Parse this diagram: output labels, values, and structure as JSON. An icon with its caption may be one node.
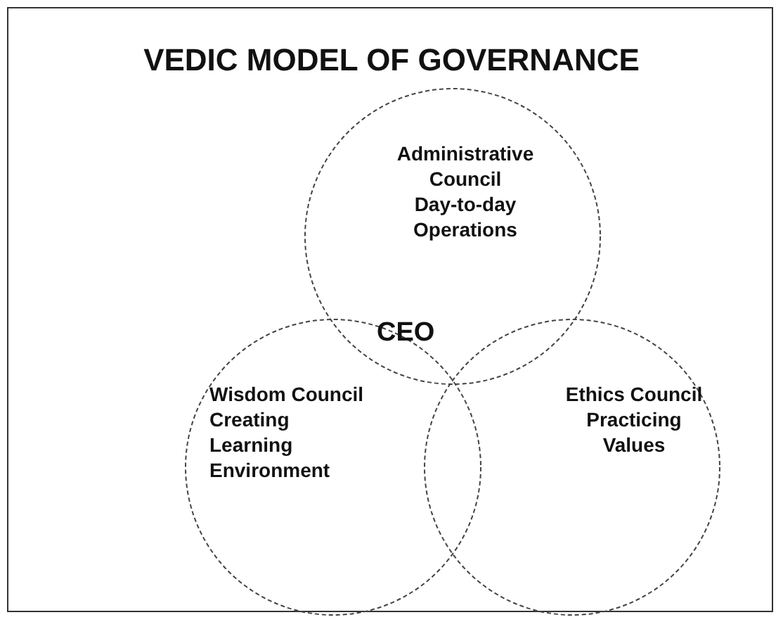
{
  "diagram": {
    "title": "VEDIC MODEL OF GOVERNANCE",
    "nodes": [
      {
        "text": [
          "Administrative Council",
          "Day-to-day Operations"
        ]
      },
      {
        "text": [
          "Wisdom Council",
          "Creating Learning Environment"
        ]
      },
      {
        "text": [
          "Ethics Council",
          "Practicing Values"
        ]
      }
    ],
    "edges": [],
    "labels": [
      "CEO"
    ]
  }
}
